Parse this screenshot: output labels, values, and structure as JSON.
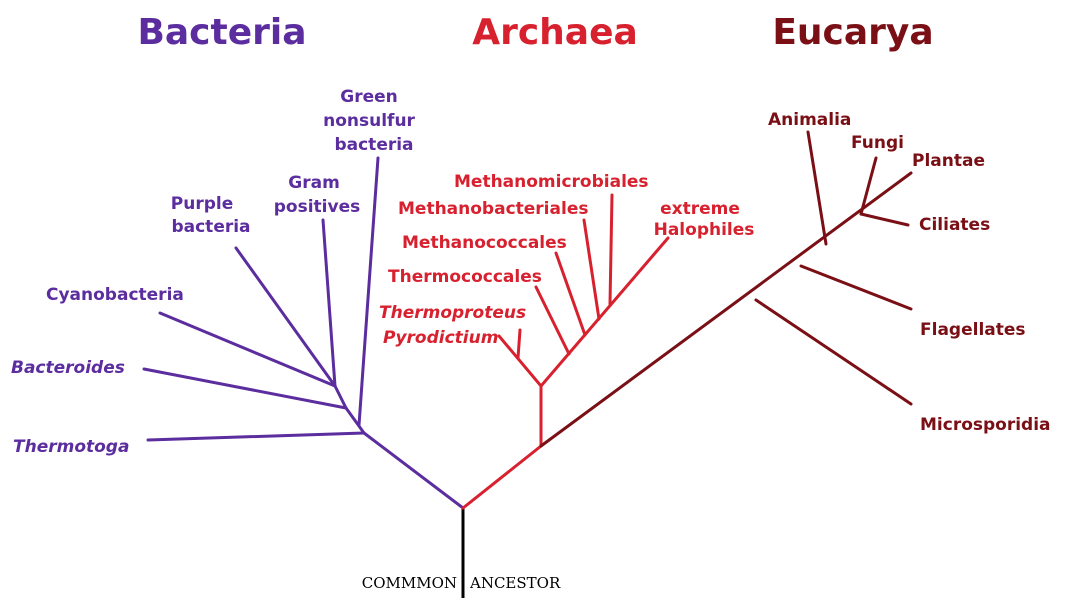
{
  "diagram": {
    "domains": {
      "bacteria": "Bacteria",
      "archaea": "Archaea",
      "eucarya": "Eucarya"
    },
    "bacteria_leaves": {
      "green_nonsulfur": [
        "Green",
        "nonsulfur",
        "bacteria"
      ],
      "gram_positives": [
        "Gram",
        "positives"
      ],
      "purple_bacteria": [
        "Purple",
        "bacteria"
      ],
      "cyanobacteria": "Cyanobacteria",
      "bacteroides": "Bacteroides",
      "thermotoga": "Thermotoga"
    },
    "archaea_leaves": {
      "methanomicrobiales": "Methanomicrobiales",
      "methanobacteriales": "Methanobacteriales",
      "methanococcales": "Methanococcales",
      "thermococcales": "Thermococcales",
      "thermoproteus": "Thermoproteus",
      "pyrodictium": "Pyrodictium",
      "extreme_halophiles": [
        "extreme",
        "Halophiles"
      ]
    },
    "eucarya_leaves": {
      "animalia": "Animalia",
      "fungi": "Fungi",
      "plantae": "Plantae",
      "ciliates": "Ciliates",
      "flagellates": "Flagellates",
      "microsporidia": "Microsporidia"
    },
    "root_label": {
      "left": "COMMMON",
      "right": "ANCESTOR"
    },
    "colors": {
      "bacteria": "#5b2d9e",
      "archaea": "#d8212f",
      "eucarya": "#7a1016",
      "root": "#000000"
    }
  }
}
